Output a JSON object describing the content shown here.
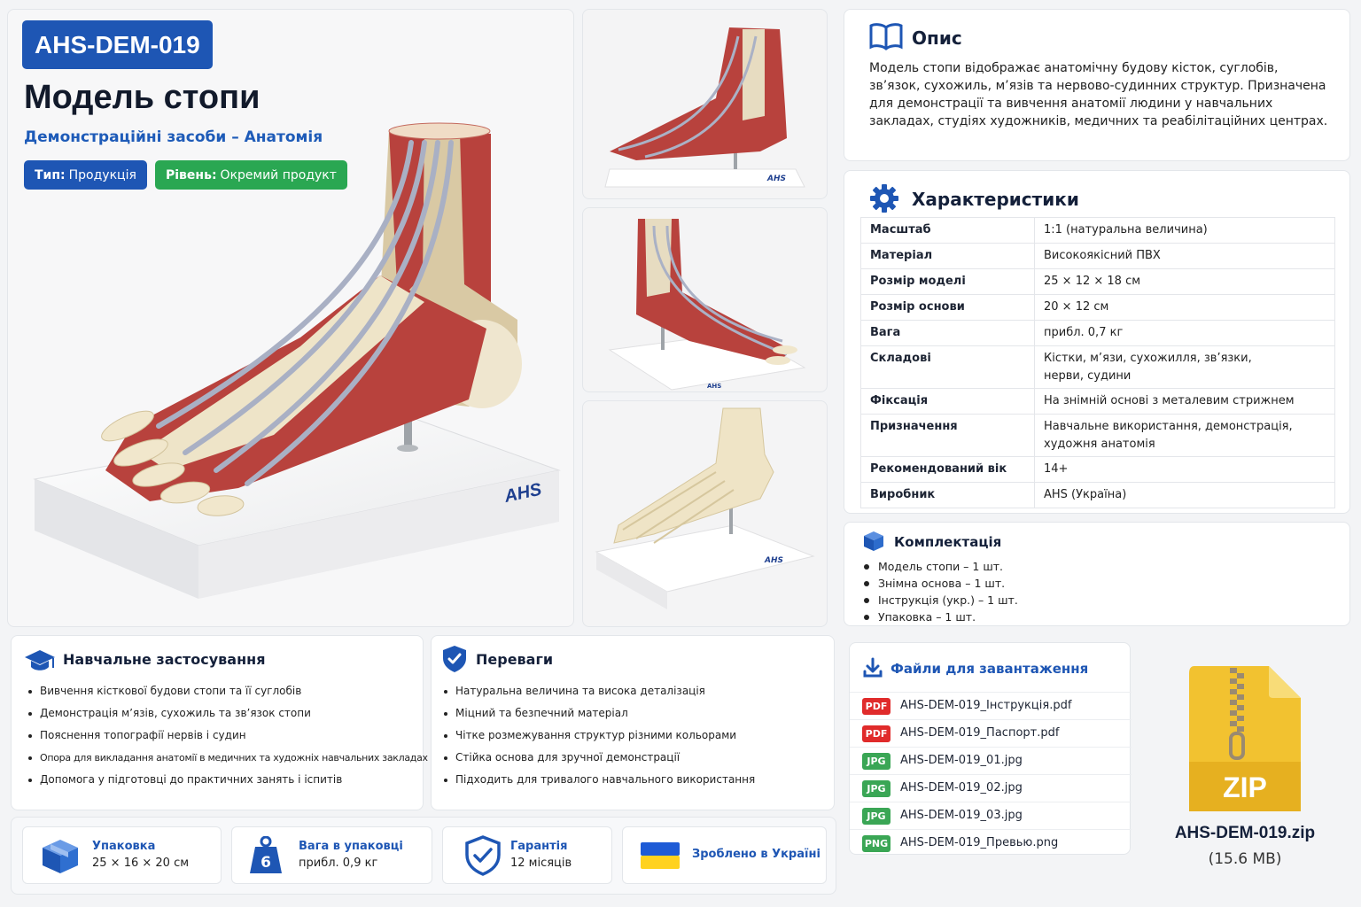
{
  "hero": {
    "sku": "AHS-DEM-019",
    "title": "Модель стопи",
    "subtitle": "Демонстраційні засоби – Анатомія",
    "tag_type_label": "Тип:",
    "tag_type_value": "Продукція",
    "tag_level_label": "Рівень:",
    "tag_level_value": "Окремий продукт",
    "base_logo": "AHS"
  },
  "description": {
    "title": "Опис",
    "text": "Модель стопи відображає анатомічну будову кісток, суглобів, зв’язок, сухожиль, м’язів та нервово-судинних структур. Призначена для демонстрації та вивчення анатомії людини у навчальних закладах, студіях художників, медичних та реабілітаційних центрах."
  },
  "specs": {
    "title": "Характеристики",
    "rows": [
      {
        "key": "Масштаб",
        "value": "1:1 (натуральна величина)"
      },
      {
        "key": "Матеріал",
        "value": "Високоякісний ПВХ"
      },
      {
        "key": "Розмір моделі",
        "value": "25 × 12 × 18 см"
      },
      {
        "key": "Розмір основи",
        "value": "20 × 12 см"
      },
      {
        "key": "Вага",
        "value": "прибл. 0,7 кг"
      },
      {
        "key": "Складові",
        "value": "Кістки, м’язи, сухожилля, зв’язки, нерви, судини"
      },
      {
        "key": "Фіксація",
        "value": "На знімній основі з металевим стрижнем"
      },
      {
        "key": "Призначення",
        "value": "Навчальне використання, демонстрація, художня анатомія"
      },
      {
        "key": "Рекомендований вік",
        "value": "14+"
      },
      {
        "key": "Виробник",
        "value": "AHS (Україна)"
      }
    ]
  },
  "kit": {
    "title": "Комплектація",
    "items": [
      "Модель стопи – 1 шт.",
      "Знімна основа – 1 шт.",
      "Інструкція (укр.) – 1 шт.",
      "Упаковка – 1 шт."
    ]
  },
  "education": {
    "title": "Навчальне застосування",
    "items": [
      "Вивчення кісткової будови стопи та її суглобів",
      "Демонстрація м’язів, сухожиль та зв’язок стопи",
      "Пояснення топографії нервів і судин",
      "Опора для викладання анатомії в медичних та художніх навчальних закладах",
      "Допомога у підготовці до практичних занять і іспитів"
    ]
  },
  "advantages": {
    "title": "Переваги",
    "items": [
      "Натуральна величина та висока деталізація",
      "Міцний та безпечний матеріал",
      "Чітке розмежування структур різними кольорами",
      "Стійка основа для зручної демонстрації",
      "Підходить для тривалого навчального використання"
    ]
  },
  "features": {
    "package_title": "Упаковка",
    "package_value": "25 × 16 × 20 см",
    "weight_title": "Вага в упаковці",
    "weight_value": "прибл. 0,9 кг",
    "weight_icon_digit": "6",
    "warranty_title": "Гарантія",
    "warranty_value": "12 місяців",
    "made_in": "Зроблено в Україні"
  },
  "files": {
    "title": "Файли для завантаження",
    "items": [
      {
        "type": "PDF",
        "name": "AHS-DEM-019_Інструкція.pdf"
      },
      {
        "type": "PDF",
        "name": "AHS-DEM-019_Паспорт.pdf"
      },
      {
        "type": "JPG",
        "name": "AHS-DEM-019_01.jpg"
      },
      {
        "type": "JPG",
        "name": "AHS-DEM-019_02.jpg"
      },
      {
        "type": "JPG",
        "name": "AHS-DEM-019_03.jpg"
      },
      {
        "type": "PNG",
        "name": "AHS-DEM-019_Превью.png"
      }
    ]
  },
  "archive": {
    "icon_label": "ZIP",
    "name": "AHS-DEM-019.zip",
    "size": "(15.6 MB)"
  },
  "colors": {
    "brand_blue": "#1e56b4",
    "green": "#2aa752",
    "pdf_red": "#e02b2b",
    "img_green": "#3aa655",
    "zip_yellow": "#f2c230"
  }
}
